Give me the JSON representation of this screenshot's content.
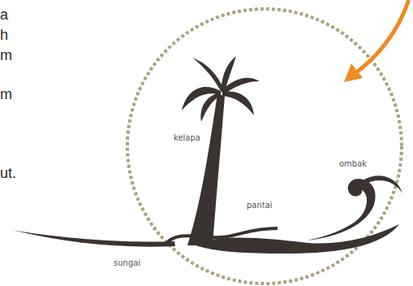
{
  "diagram": {
    "labels": [
      "a",
      "h",
      "m",
      "m",
      "ut.",
      "kelapa",
      "ombak",
      "pantai",
      "sungai"
    ]
  }
}
